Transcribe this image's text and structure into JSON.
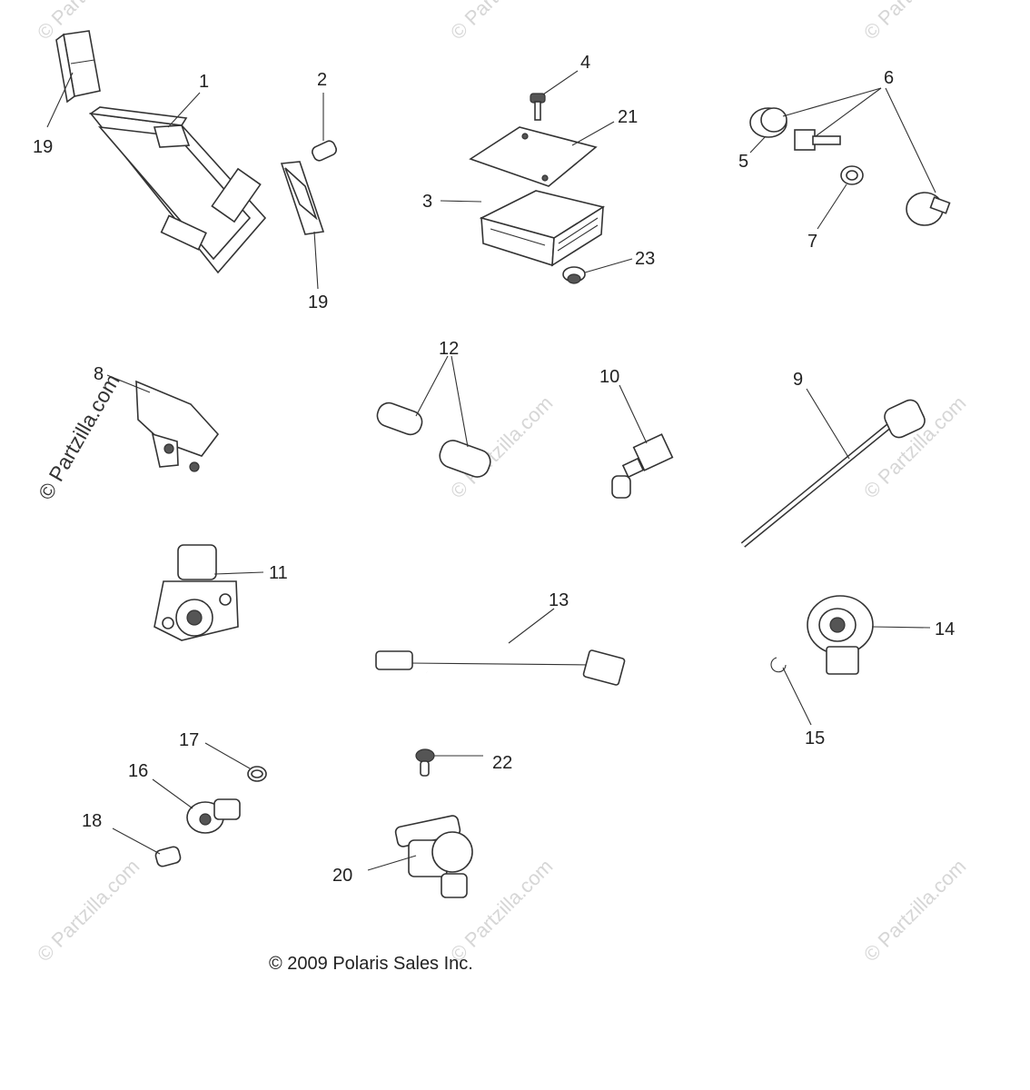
{
  "callouts": [
    "1",
    "2",
    "3",
    "4",
    "5",
    "6",
    "7",
    "8",
    "9",
    "10",
    "11",
    "12",
    "13",
    "14",
    "15",
    "16",
    "17",
    "18",
    "19",
    "19",
    "20",
    "21",
    "22",
    "23"
  ],
  "watermark": {
    "faded": "© Partzilla.com",
    "prominent": "© Partzilla.com"
  },
  "copyright": "© 2009 Polaris Sales Inc."
}
